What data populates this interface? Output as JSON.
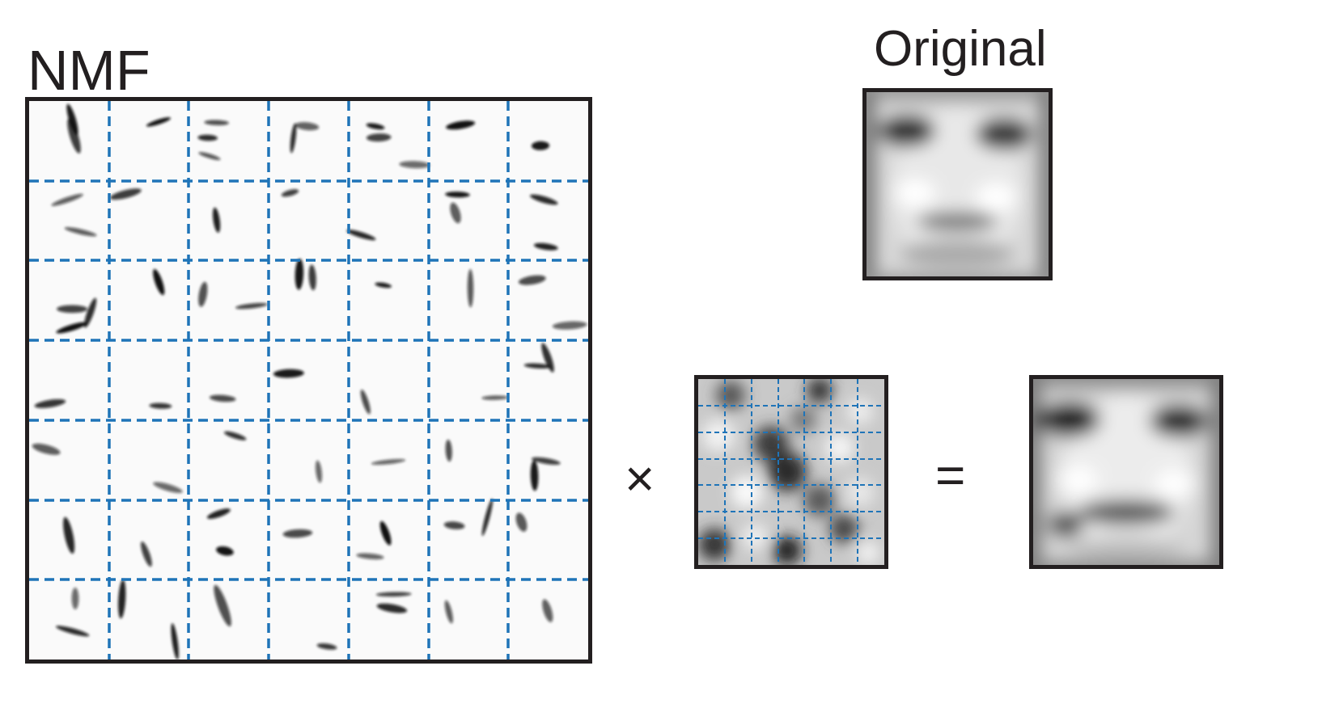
{
  "titles": {
    "nmf": "NMF",
    "original": "Original"
  },
  "operators": {
    "times": "×",
    "equals": "="
  },
  "basis_grid": {
    "rows": 7,
    "cols": 7,
    "cell_count": 49
  },
  "weights_grid": {
    "rows": 7,
    "cols": 7
  },
  "colors": {
    "grid_dash": "#1f74b8",
    "frame": "#231f20",
    "text": "#231f20"
  }
}
